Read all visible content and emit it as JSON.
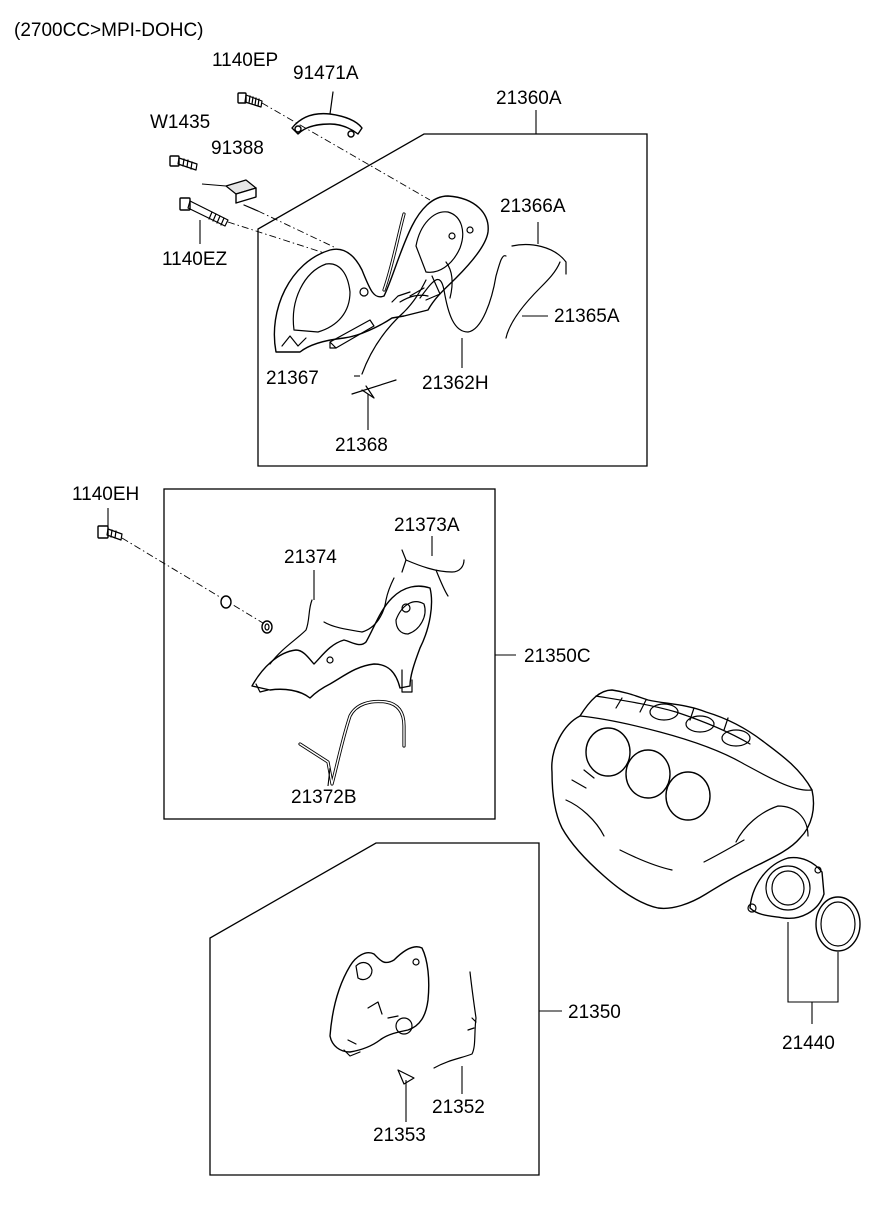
{
  "header": "(2700CC>MPI-DOHC)",
  "labels": {
    "p1140EP": "1140EP",
    "p91471A": "91471A",
    "pW1435": "W1435",
    "p91388": "91388",
    "p1140EZ": "1140EZ",
    "p21360A": "21360A",
    "p21366A": "21366A",
    "p21365A": "21365A",
    "p21367": "21367",
    "p21362H": "21362H",
    "p21368": "21368",
    "p1140EH": "1140EH",
    "p21373A": "21373A",
    "p21374": "21374",
    "p21350C": "21350C",
    "p21372B": "21372B",
    "p21350": "21350",
    "p21353": "21353",
    "p21352": "21352",
    "p21440": "21440"
  }
}
